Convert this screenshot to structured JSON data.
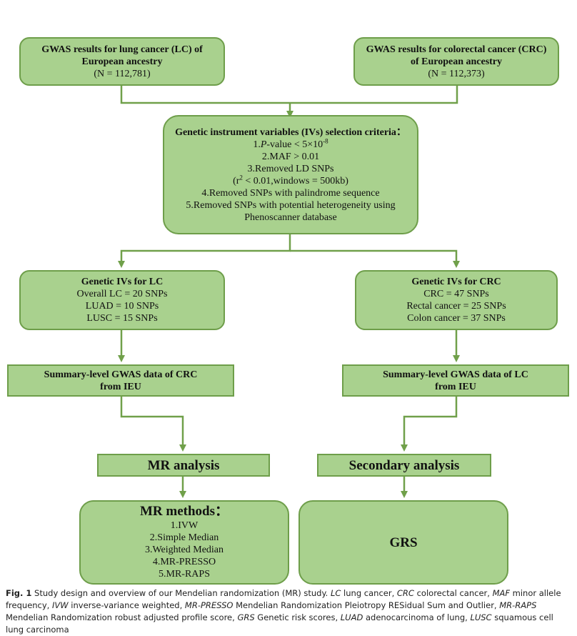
{
  "gwas_lc": {
    "line1": "GWAS results for lung cancer (LC) of",
    "line2": "European ancestry",
    "line3": "(N = 112,781)"
  },
  "gwas_crc": {
    "line1": "GWAS results for colorectal cancer (CRC)",
    "line2": "of European ancestry",
    "line3": "(N = 112,373)"
  },
  "criteria": {
    "title": "Genetic instrument variables (IVs) selection criteria：",
    "c1_prefix": "1.",
    "c1_p": "P",
    "c1_rest": "-value < 5×10",
    "c1_exp": "-8",
    "c2": "2.MAF > 0.01",
    "c3": "3.Removed LD SNPs",
    "c3b_pre": "(r",
    "c3b_sup": "2",
    "c3b_post": " < 0.01,windows = 500kb)",
    "c4": "4.Removed SNPs with palindrome sequence",
    "c5a": "5.Removed SNPs with potential heterogeneity using",
    "c5b": "Phenoscanner database"
  },
  "ivs_lc": {
    "title": "Genetic IVs for LC",
    "items": [
      "Overall LC = 20 SNPs",
      "LUAD = 10 SNPs",
      "LUSC = 15 SNPs"
    ]
  },
  "ivs_crc": {
    "title": "Genetic IVs for CRC",
    "items": [
      "CRC = 47 SNPs",
      "Rectal cancer = 25 SNPs",
      "Colon cancer = 37 SNPs"
    ]
  },
  "summary_crc": {
    "line1": "Summary-level GWAS data  of CRC",
    "line2": "from IEU"
  },
  "summary_lc": {
    "line1": "Summary-level GWAS data  of LC",
    "line2": "from IEU"
  },
  "mr_analysis": "MR analysis",
  "secondary_analysis": "Secondary analysis",
  "mr_methods": {
    "title": "MR methods：",
    "items": [
      "1.IVW",
      "2.Simple Median",
      "3.Weighted Median",
      "4.MR-PRESSO",
      "5.MR-RAPS"
    ]
  },
  "grs": "GRS",
  "caption": {
    "label": "Fig. 1",
    "p1": "  Study design and overview of our Mendelian randomization (MR) study. ",
    "t_lc": "LC",
    "d_lc": " lung cancer, ",
    "t_crc": "CRC",
    "d_crc": " colorectal cancer, ",
    "t_maf": "MAF",
    "d_maf": " minor allele frequency, ",
    "t_ivw": "IVW",
    "d_ivw": " inverse-variance weighted, ",
    "t_presso": "MR-PRESSO",
    "d_presso": " Mendelian Randomization Pleiotropy RESidual Sum and Outlier, ",
    "t_raps": "MR-RAPS",
    "d_raps": " Mendelian Randomization robust adjusted profile score, ",
    "t_grs": "GRS",
    "d_grs": " Genetic risk scores, ",
    "t_luad": "LUAD",
    "d_luad": " adenocarcinoma of lung, ",
    "t_lusc": "LUSC",
    "d_lusc": " squamous cell lung carcinoma"
  },
  "colors": {
    "box_fill": "#a9d18e",
    "box_border": "#6e9e4a",
    "arrow": "#70a04a"
  }
}
